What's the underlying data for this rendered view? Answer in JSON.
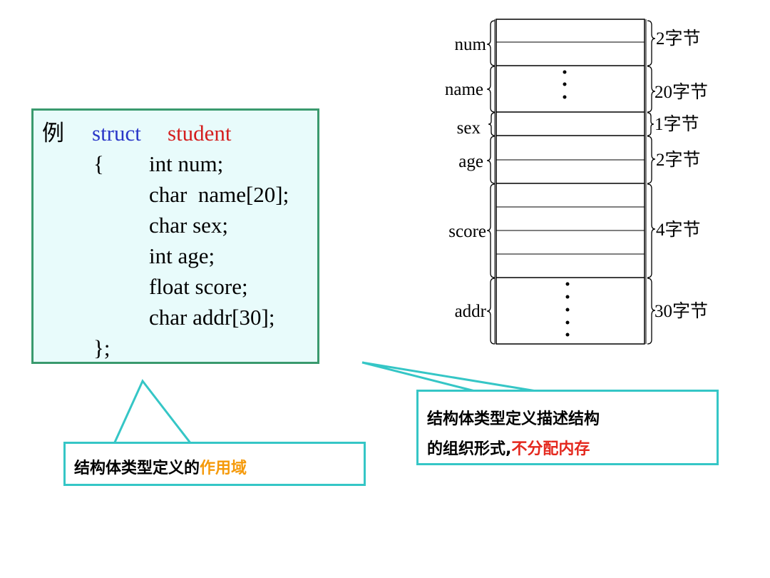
{
  "code": {
    "example_label": "例",
    "keyword": "struct",
    "struct_name": "student",
    "open_brace": "{",
    "members": [
      "int num;",
      "char  name[20];",
      "char sex;",
      "int age;",
      "float score;",
      "char addr[30];"
    ],
    "close": "};"
  },
  "callouts": {
    "scope_prefix": "结构体类型定义的",
    "scope_highlight": "作用域",
    "desc_line1": "结构体类型定义描述结构",
    "desc_line2_prefix": "的组织形式,",
    "desc_line2_highlight": "不分配内存"
  },
  "memory_layout": {
    "fields": [
      {
        "name": "num",
        "size_label": "2字节"
      },
      {
        "name": "name",
        "size_label": "20字节"
      },
      {
        "name": "sex",
        "size_label": "1字节"
      },
      {
        "name": "age",
        "size_label": "2字节"
      },
      {
        "name": "score",
        "size_label": "4字节"
      },
      {
        "name": "addr",
        "size_label": "30字节"
      }
    ]
  },
  "colors": {
    "keyword": "#2a37c8",
    "struct_name": "#d41e1e",
    "code_border": "#3a9a6e",
    "code_bg": "#e8fbfb",
    "callout_border": "#35c6c6",
    "scope_highlight": "#f59a0b",
    "desc_highlight": "#e4281e"
  }
}
